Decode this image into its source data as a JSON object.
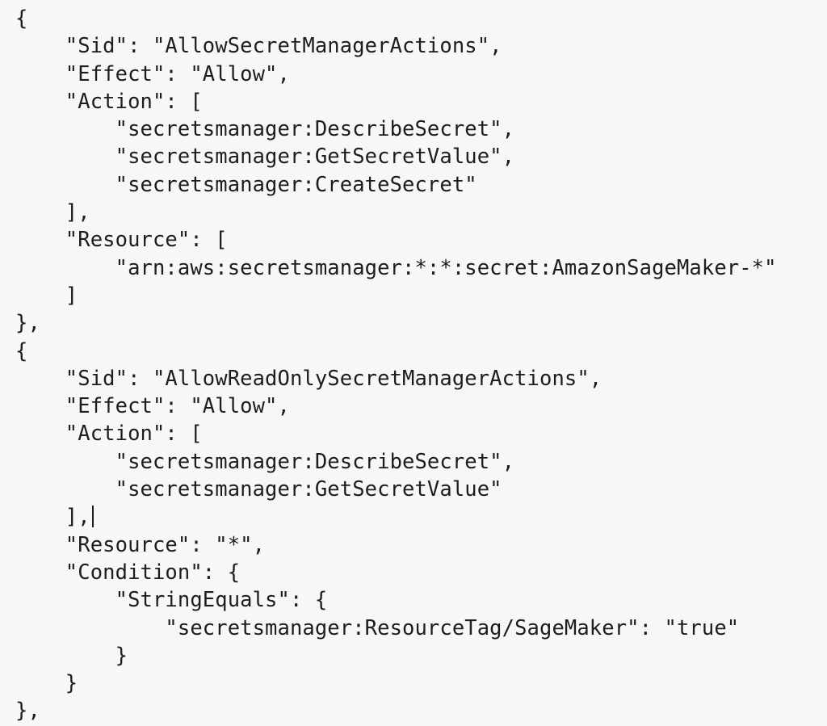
{
  "editor": {
    "language": "json",
    "colors": {
      "background": "#f7f7f7",
      "text": "#1d1d1d",
      "caret": "#1d1d1d"
    },
    "caret": {
      "visible": true,
      "line_index": 18,
      "position": "end-of-line"
    },
    "lines": [
      "{",
      "    \"Sid\": \"AllowSecretManagerActions\",",
      "    \"Effect\": \"Allow\",",
      "    \"Action\": [",
      "        \"secretsmanager:DescribeSecret\",",
      "        \"secretsmanager:GetSecretValue\",",
      "        \"secretsmanager:CreateSecret\"",
      "    ],",
      "    \"Resource\": [",
      "        \"arn:aws:secretsmanager:*:*:secret:AmazonSageMaker-*\"",
      "    ]",
      "},",
      "{",
      "    \"Sid\": \"AllowReadOnlySecretManagerActions\",",
      "    \"Effect\": \"Allow\",",
      "    \"Action\": [",
      "        \"secretsmanager:DescribeSecret\",",
      "        \"secretsmanager:GetSecretValue\"",
      "    ],",
      "    \"Resource\": \"*\",",
      "    \"Condition\": {",
      "        \"StringEquals\": {",
      "            \"secretsmanager:ResourceTag/SageMaker\": \"true\"",
      "        }",
      "    }",
      "},"
    ]
  }
}
